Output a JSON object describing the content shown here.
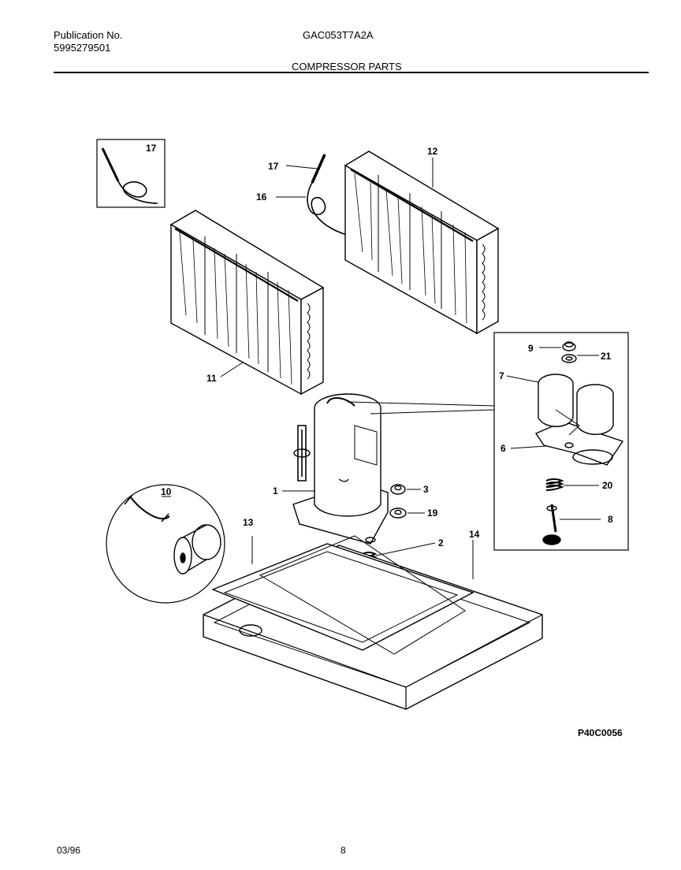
{
  "header": {
    "publication_label": "Publication No.",
    "publication_number": "5995279501",
    "model_number": "GAC053T7A2A",
    "section_title": "COMPRESSOR PARTS"
  },
  "diagram": {
    "drawing_code": "P40C0056",
    "callouts": {
      "c1": "1",
      "c2": "2",
      "c3": "3",
      "c6": "6",
      "c7": "7",
      "c8": "8",
      "c9": "9",
      "c10": "10",
      "c11": "11",
      "c12": "12",
      "c13": "13",
      "c14": "14",
      "c16": "16",
      "c17a": "17",
      "c17b": "17",
      "c19": "19",
      "c20": "20",
      "c21": "21"
    }
  },
  "footer": {
    "date": "03/96",
    "page_number": "8"
  }
}
